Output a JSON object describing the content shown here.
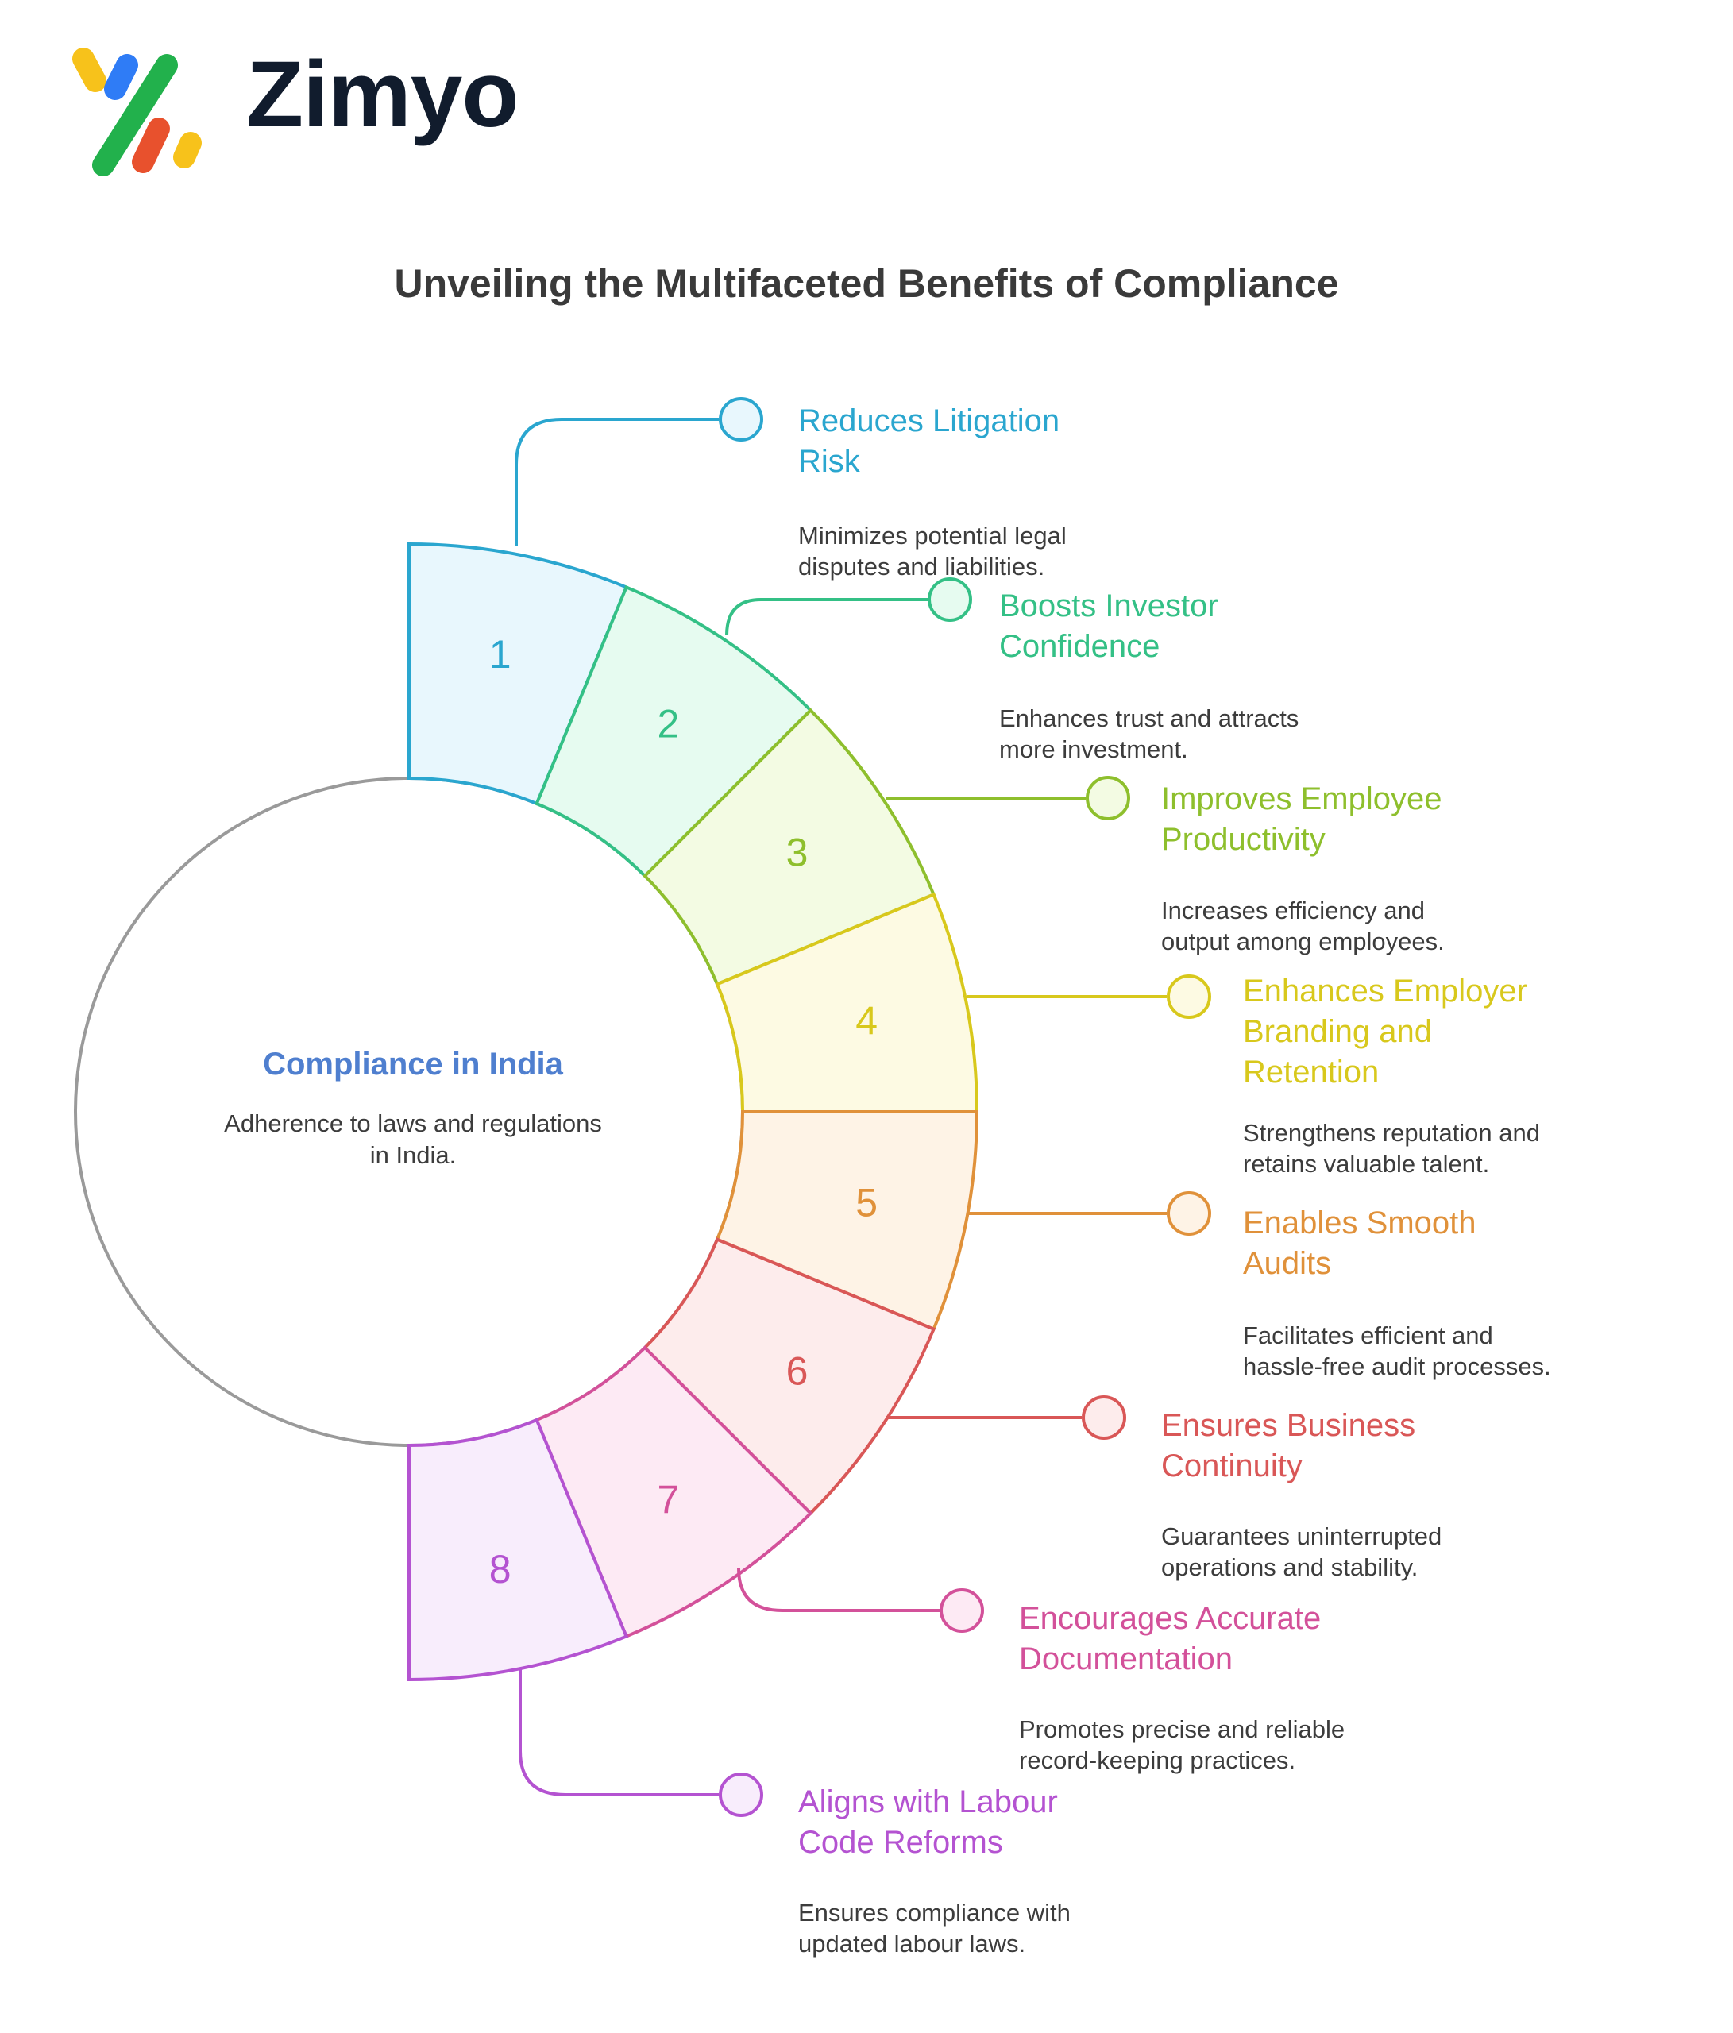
{
  "brand": {
    "name": "Zimyo",
    "mark_colors": [
      "#f7c21b",
      "#2f7cf6",
      "#22b14c",
      "#e8512d",
      "#f7c21b"
    ]
  },
  "title": "Unveiling the Multifaceted Benefits of Compliance",
  "center": {
    "title": "Compliance in India",
    "description": "Adherence to laws and regulations in India."
  },
  "items": [
    {
      "number": "1",
      "title": "Reduces Litigation Risk",
      "description": "Minimizes potential legal disputes and liabilities.",
      "color": "#2aa6cf",
      "fill": "#e8f7fd"
    },
    {
      "number": "2",
      "title": "Boosts Investor Confidence",
      "description": "Enhances trust and attracts more investment.",
      "color": "#34c086",
      "fill": "#e6fbf0"
    },
    {
      "number": "3",
      "title": "Improves Employee Productivity",
      "description": "Increases efficiency and output among employees.",
      "color": "#8ebf2d",
      "fill": "#f3fbe3"
    },
    {
      "number": "4",
      "title": "Enhances Employer Branding and Retention",
      "description": "Strengthens reputation and retains valuable talent.",
      "color": "#d8c81c",
      "fill": "#fdfae3"
    },
    {
      "number": "5",
      "title": "Enables Smooth Audits",
      "description": "Facilitates efficient and hassle-free audit processes.",
      "color": "#e0913a",
      "fill": "#fef3e6"
    },
    {
      "number": "6",
      "title": "Ensures Business Continuity",
      "description": "Guarantees uninterrupted operations and stability.",
      "color": "#d95757",
      "fill": "#fdecec"
    },
    {
      "number": "7",
      "title": "Encourages Accurate Documentation",
      "description": "Promotes precise and reliable record-keeping practices.",
      "color": "#d3519a",
      "fill": "#fdeaf4"
    },
    {
      "number": "8",
      "title": "Aligns with Labour Code Reforms",
      "description": "Ensures compliance with updated labour laws.",
      "color": "#b453d1",
      "fill": "#f8edfc"
    }
  ]
}
